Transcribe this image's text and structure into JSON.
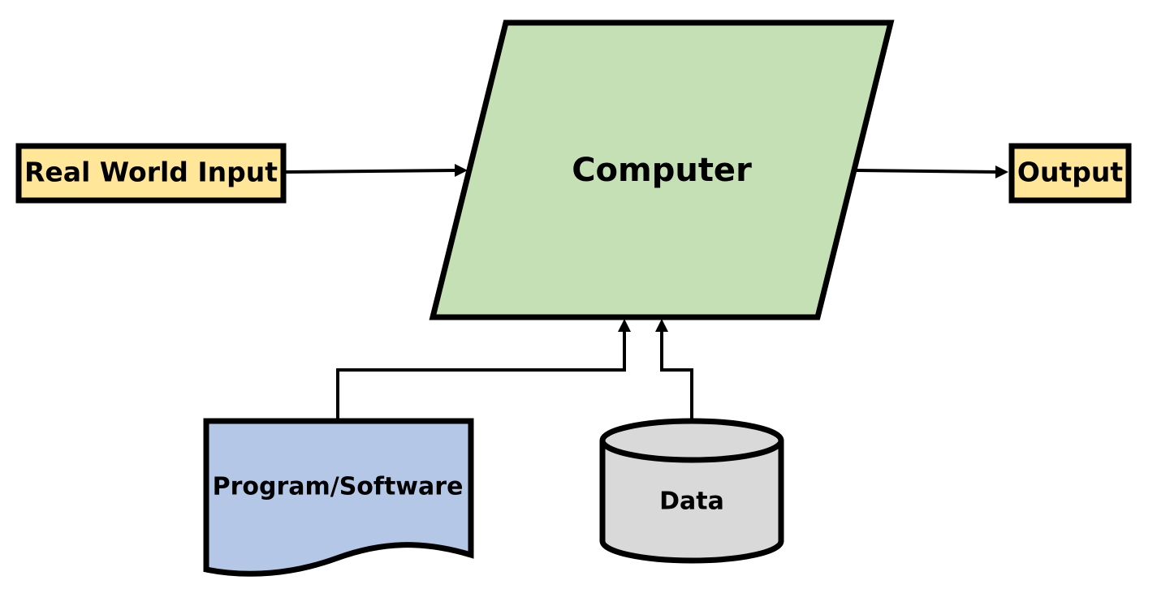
{
  "nodes": {
    "input": {
      "label": "Real World Input",
      "fill": "#ffe699"
    },
    "computer": {
      "label": "Computer",
      "fill": "#c5e0b4"
    },
    "output": {
      "label": "Output",
      "fill": "#ffe699"
    },
    "program": {
      "label": "Program/Software",
      "fill": "#b4c7e7"
    },
    "data": {
      "label": "Data",
      "fill": "#d9d9d9"
    }
  },
  "edges": [
    {
      "from": "Real World Input",
      "to": "Computer"
    },
    {
      "from": "Computer",
      "to": "Output"
    },
    {
      "from": "Program/Software",
      "to": "Computer"
    },
    {
      "from": "Data",
      "to": "Computer"
    }
  ]
}
